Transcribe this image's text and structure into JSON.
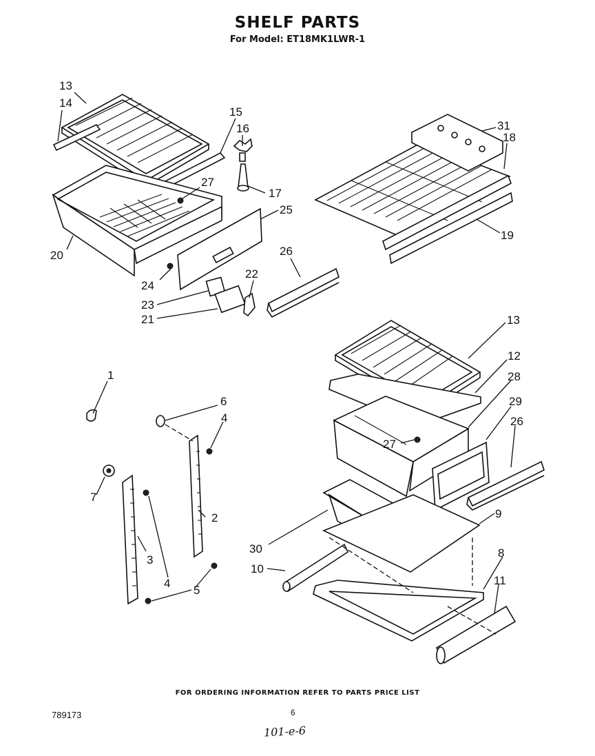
{
  "header": {
    "title": "SHELF PARTS",
    "subtitle": "For Model: ET18MK1LWR-1"
  },
  "footer": {
    "note": "FOR ORDERING INFORMATION REFER TO PARTS PRICE LIST",
    "doc_number": "789173",
    "page_number": "6",
    "handwritten_note": "101-e-6"
  },
  "callouts": {
    "c1": "1",
    "c2": "2",
    "c3": "3",
    "c4a": "4",
    "c4b": "4",
    "c5": "5",
    "c6": "6",
    "c7": "7",
    "c8": "8",
    "c9": "9",
    "c10": "10",
    "c11": "11",
    "c12": "12",
    "c13a": "13",
    "c13b": "13",
    "c14": "14",
    "c15": "15",
    "c16": "16",
    "c17": "17",
    "c18": "18",
    "c19": "19",
    "c20": "20",
    "c21": "21",
    "c22": "22",
    "c23": "23",
    "c24": "24",
    "c25": "25",
    "c26a": "26",
    "c26b": "26",
    "c27a": "27",
    "c27b": "27",
    "c28": "28",
    "c29": "29",
    "c30": "30",
    "c31": "31"
  }
}
